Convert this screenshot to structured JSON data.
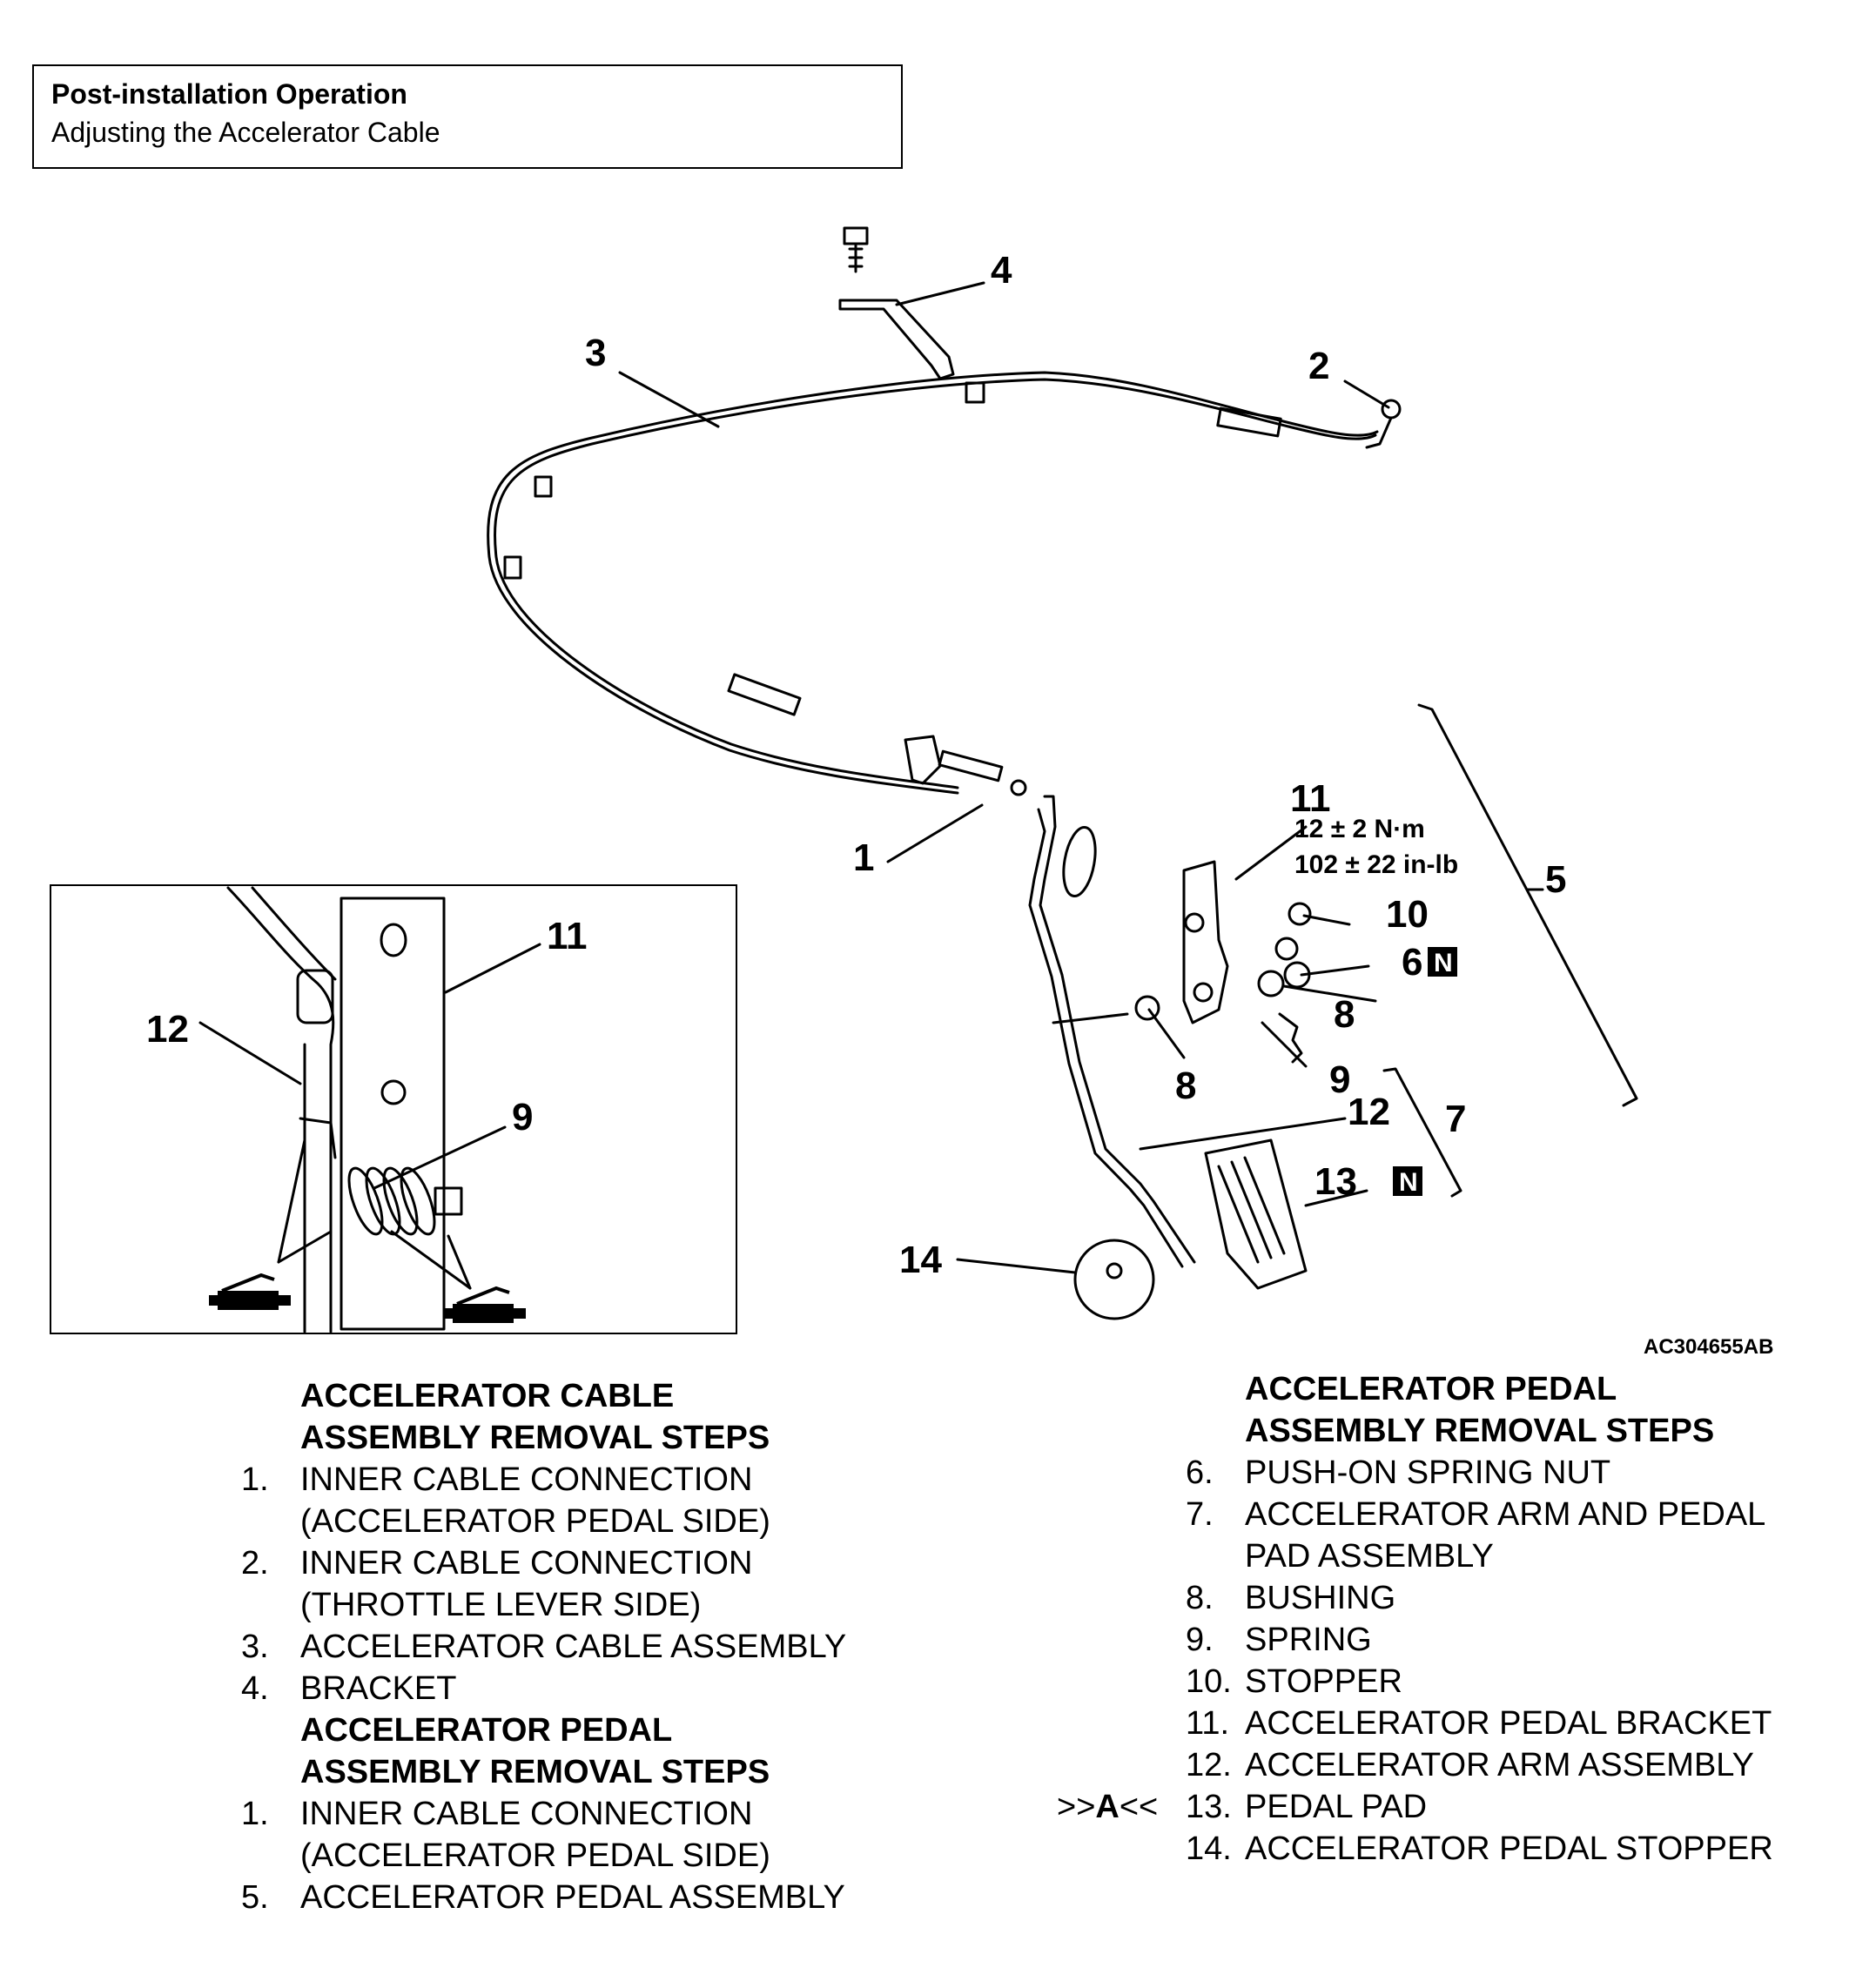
{
  "header": {
    "title": "Post-installation Operation",
    "subtitle": "Adjusting the Accelerator Cable"
  },
  "figure": {
    "code": "AC304655AB",
    "callouts": {
      "c1": "1",
      "c2": "2",
      "c3": "3",
      "c4": "4",
      "c5": "5",
      "c6": "6",
      "c7": "7",
      "c8a": "8",
      "c8b": "8",
      "c9": "9",
      "c10": "10",
      "c11": "11",
      "c12": "12",
      "c13": "13",
      "c14": "14",
      "inset_c9": "9",
      "inset_c11": "11",
      "inset_c12": "12"
    },
    "n_badge": "N",
    "torque": {
      "nm": "12 ± 2 N·m",
      "inlb": "102 ± 22 in-lb"
    }
  },
  "left_list": {
    "heading1_line1": "ACCELERATOR CABLE",
    "heading1_line2": "ASSEMBLY REMOVAL STEPS",
    "group1": [
      {
        "num": "1.",
        "line1": "INNER CABLE CONNECTION",
        "line2": "(ACCELERATOR PEDAL SIDE)"
      },
      {
        "num": "2.",
        "line1": "INNER CABLE CONNECTION",
        "line2": "(THROTTLE LEVER SIDE)"
      },
      {
        "num": "3.",
        "line1": "ACCELERATOR CABLE ASSEMBLY"
      },
      {
        "num": "4.",
        "line1": "BRACKET"
      }
    ],
    "heading2_line1": "ACCELERATOR PEDAL",
    "heading2_line2": "ASSEMBLY REMOVAL STEPS",
    "group2": [
      {
        "num": "1.",
        "line1": "INNER CABLE CONNECTION",
        "line2": "(ACCELERATOR PEDAL SIDE)"
      },
      {
        "num": "5.",
        "line1": "ACCELERATOR PEDAL ASSEMBLY"
      }
    ]
  },
  "right_list": {
    "heading_line1": "ACCELERATOR PEDAL",
    "heading_line2": "ASSEMBLY REMOVAL STEPS",
    "items": [
      {
        "num": "6.",
        "line1": "PUSH-ON SPRING NUT"
      },
      {
        "num": "7.",
        "line1": "ACCELERATOR ARM AND PEDAL",
        "line2": "PAD ASSEMBLY"
      },
      {
        "num": "8.",
        "line1": "BUSHING"
      },
      {
        "num": "9.",
        "line1": "SPRING"
      },
      {
        "num": "10.",
        "line1": "STOPPER"
      },
      {
        "num": "11.",
        "line1": "ACCELERATOR PEDAL BRACKET"
      },
      {
        "num": "12.",
        "line1": "ACCELERATOR ARM ASSEMBLY"
      },
      {
        "num": "13.",
        "line1": "PEDAL PAD"
      },
      {
        "num": "14.",
        "line1": "ACCELERATOR PEDAL STOPPER"
      }
    ],
    "marker_prefix": ">>",
    "marker_letter": "A",
    "marker_suffix": "<<"
  }
}
